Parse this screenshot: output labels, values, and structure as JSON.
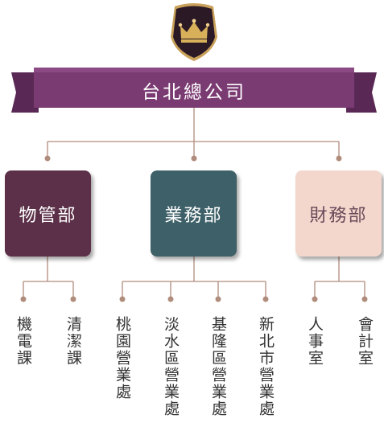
{
  "company": {
    "name": "台北總公司"
  },
  "colors": {
    "banner": "#7a3a72",
    "banner_dark": "#5a2854",
    "connector": "#b08c7c",
    "crest": "#2b1a26",
    "crown": "#d8b05a"
  },
  "icons": {
    "crest": "crown-shield-icon"
  },
  "departments": [
    {
      "name": "物管部",
      "bg": "#5c3048",
      "fg": "#ffffff",
      "units": [
        "機電課",
        "清潔課"
      ]
    },
    {
      "name": "業務部",
      "bg": "#3e6068",
      "fg": "#ffffff",
      "units": [
        "桃園營業處",
        "淡水區營業處",
        "基隆區營業處",
        "新北市營業處"
      ]
    },
    {
      "name": "財務部",
      "bg": "#f3d7cc",
      "fg": "#6a4a5a",
      "units": [
        "人事室",
        "會計室"
      ]
    }
  ]
}
